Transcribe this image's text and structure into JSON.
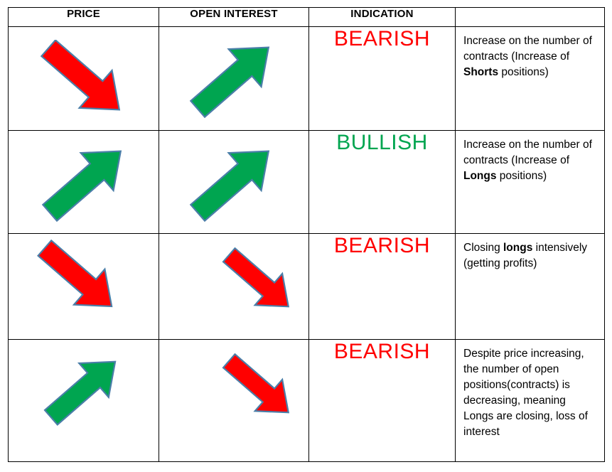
{
  "table": {
    "headers": [
      {
        "key": "price",
        "label": "PRICE"
      },
      {
        "key": "oi",
        "label": "OPEN INTEREST"
      },
      {
        "key": "ind",
        "label": "INDICATION"
      },
      {
        "key": "note",
        "label": ""
      }
    ],
    "colors": {
      "bearish": "#FF0000",
      "bullish": "#00A550",
      "arrow_red": "#FF0000",
      "arrow_green": "#00A550",
      "arrow_outline": "#4A7EA8",
      "border": "#000000",
      "background": "#FFFFFF",
      "text": "#000000"
    },
    "rows": [
      {
        "price_arrow": "arrow-down-red",
        "price_arrow_direction": "down",
        "oi_arrow": "arrow-up-green",
        "oi_arrow_direction": "up",
        "indication": "BEARISH",
        "indication_color": "#FF0000",
        "note_parts": [
          {
            "text": "Increase on the number of contracts (Increase of ",
            "bold": false
          },
          {
            "text": "Shorts",
            "bold": true
          },
          {
            "text": " positions)",
            "bold": false
          }
        ],
        "note_plain": "Increase on the number of contracts (Increase of Shorts positions)"
      },
      {
        "price_arrow": "arrow-up-green",
        "price_arrow_direction": "up",
        "oi_arrow": "arrow-up-green",
        "oi_arrow_direction": "up",
        "indication": "BULLISH",
        "indication_color": "#00A550",
        "note_parts": [
          {
            "text": "Increase on the number of contracts (Increase of ",
            "bold": false
          },
          {
            "text": "Longs",
            "bold": true
          },
          {
            "text": " positions)",
            "bold": false
          }
        ],
        "note_plain": "Increase on the number of contracts (Increase of Longs positions)"
      },
      {
        "price_arrow": "arrow-down-red",
        "price_arrow_direction": "down",
        "oi_arrow": "arrow-down-red",
        "oi_arrow_direction": "down",
        "indication": "BEARISH",
        "indication_color": "#FF0000",
        "note_parts": [
          {
            "text": "Closing ",
            "bold": false
          },
          {
            "text": "longs",
            "bold": true
          },
          {
            "text": " intensively (getting profits)",
            "bold": false
          }
        ],
        "note_plain": "Closing longs intensively (getting profits)"
      },
      {
        "price_arrow": "arrow-up-green",
        "price_arrow_direction": "up",
        "oi_arrow": "arrow-down-red",
        "oi_arrow_direction": "down",
        "indication": "BEARISH",
        "indication_color": "#FF0000",
        "note_parts": [
          {
            "text": "Despite price increasing, the number of open positions(contracts) is decreasing, meaning Longs are closing, loss of interest",
            "bold": false
          }
        ],
        "note_plain": "Despite price increasing, the number of open positions(contracts) is decreasing, meaning Longs are closing, loss of interest"
      }
    ]
  }
}
